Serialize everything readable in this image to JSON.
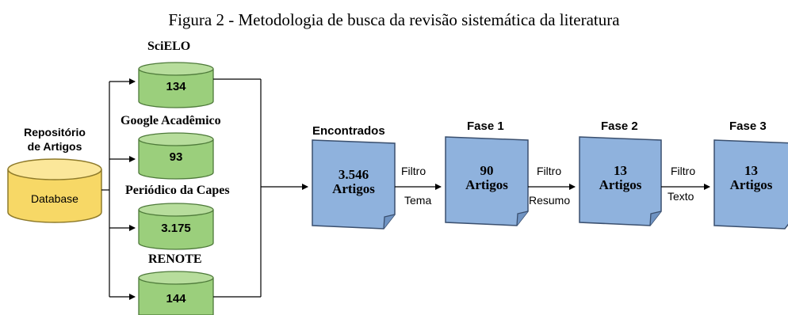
{
  "caption": "Figura 2 - Metodologia de busca da revisão sistemática da literatura",
  "repository": {
    "label_line1": "Repositório",
    "label_line2": "de Artigos",
    "db_label": "Database"
  },
  "sources": [
    {
      "name": "SciELO",
      "count": "134"
    },
    {
      "name": "Google Acadêmico",
      "count": "93"
    },
    {
      "name": "Periódico da Capes",
      "count": "3.175"
    },
    {
      "name": "RENOTE",
      "count": "144"
    }
  ],
  "stages": [
    {
      "label": "Encontrados",
      "line1": "3.546",
      "line2": "Artigos"
    },
    {
      "label": "Fase 1",
      "line1": "90",
      "line2": "Artigos"
    },
    {
      "label": "Fase 2",
      "line1": "13",
      "line2": "Artigos"
    },
    {
      "label": "Fase 3",
      "line1": "13",
      "line2": "Artigos"
    }
  ],
  "filters": [
    {
      "top": "Filtro",
      "bottom": "Tema"
    },
    {
      "top": "Filtro",
      "bottom": "Resumo"
    },
    {
      "top": "Filtro",
      "bottom": "Texto"
    }
  ],
  "colors": {
    "green_fill": "#9bcf7c",
    "green_top": "#b7dd9c",
    "green_stroke": "#4e7a3a",
    "yellow_fill": "#f7d866",
    "yellow_top": "#fbe79a",
    "yellow_stroke": "#8e7a2a",
    "blue_fill": "#8fb2dd",
    "blue_stroke": "#3a4f6e",
    "line": "#000000"
  }
}
